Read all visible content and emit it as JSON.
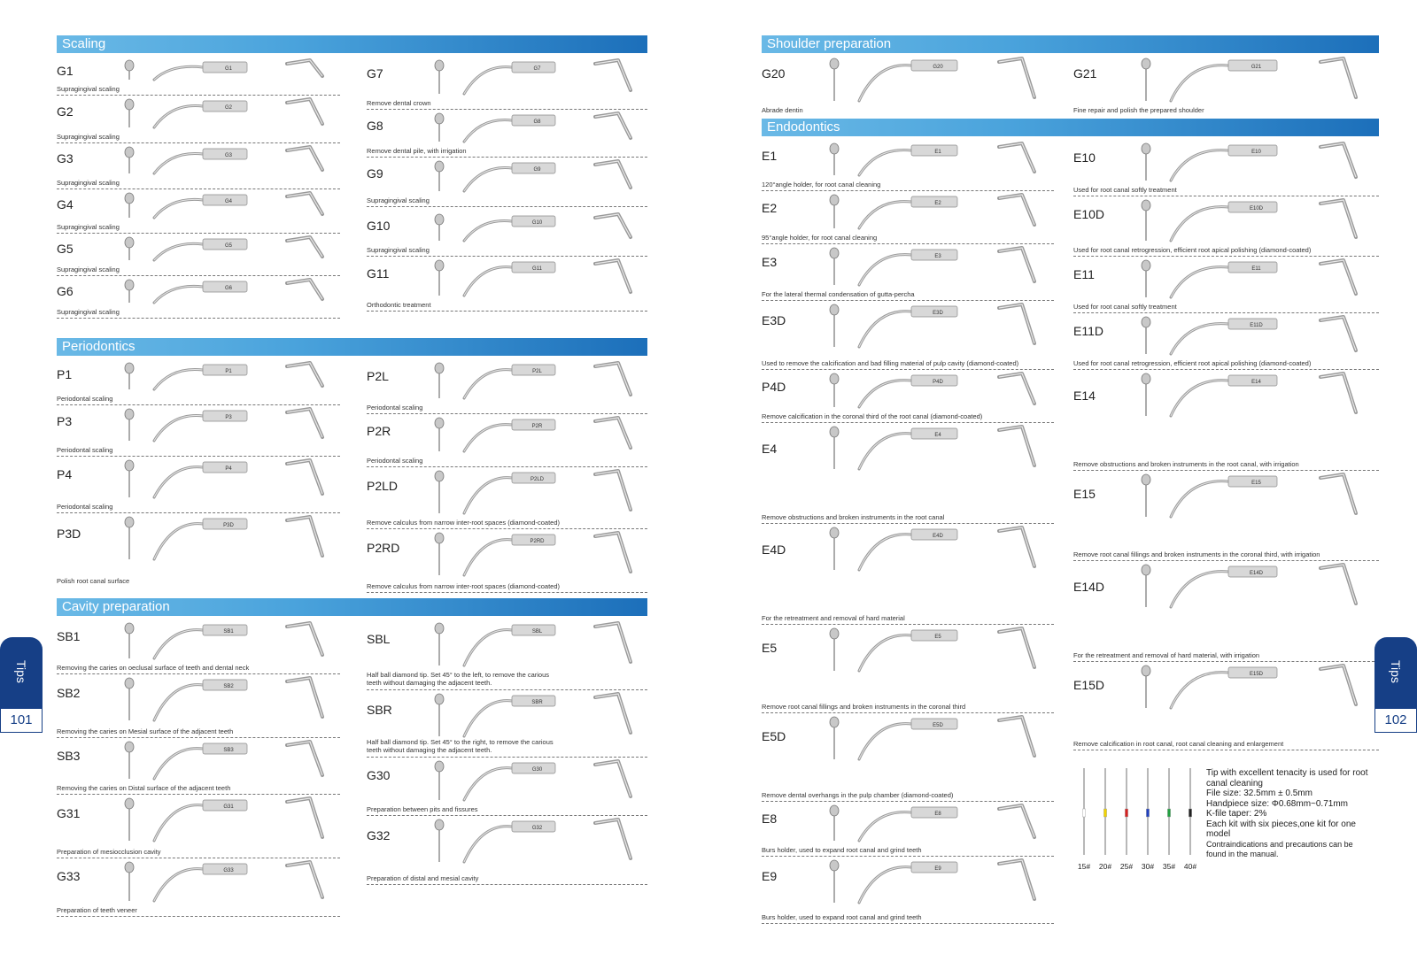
{
  "left_page": {
    "tab": {
      "label": "Tips",
      "page_number": "101"
    },
    "sections": {
      "scaling": {
        "title": "Scaling",
        "col1": [
          {
            "code": "G1",
            "desc": "Supragingival scaling",
            "tag": "G1"
          },
          {
            "code": "G2",
            "desc": "Supragingival scaling",
            "tag": "G2"
          },
          {
            "code": "G3",
            "desc": "Supragingival scaling",
            "tag": "G3"
          },
          {
            "code": "G4",
            "desc": "Supragingival scaling",
            "tag": "G4"
          },
          {
            "code": "G5",
            "desc": "Supragingival scaling",
            "tag": "G5"
          },
          {
            "code": "G6",
            "desc": "Supragingival scaling",
            "tag": "G6"
          }
        ],
        "col2": [
          {
            "code": "G7",
            "desc": "Remove dental crown",
            "tag": "G7"
          },
          {
            "code": "G8",
            "desc": "Remove dental pile, with irrigation",
            "tag": "G8"
          },
          {
            "code": "G9",
            "desc": "Supragingival scaling",
            "tag": "G9"
          },
          {
            "code": "G10",
            "desc": "Supragingival scaling",
            "tag": "G10"
          },
          {
            "code": "G11",
            "desc": "Orthodontic treatment",
            "tag": "G11"
          }
        ]
      },
      "periodontics": {
        "title": "Periodontics",
        "col1": [
          {
            "code": "P1",
            "desc": "Periodontal scaling",
            "tag": "P1"
          },
          {
            "code": "P3",
            "desc": "Periodontal scaling",
            "tag": "P3"
          },
          {
            "code": "P4",
            "desc": "Periodontal scaling",
            "tag": "P4"
          },
          {
            "code": "P3D",
            "desc": "Polish root canal surface",
            "tag": "P3D"
          }
        ],
        "col2": [
          {
            "code": "P2L",
            "desc": "Periodontal scaling",
            "tag": "P2L"
          },
          {
            "code": "P2R",
            "desc": "Periodontal scaling",
            "tag": "P2R"
          },
          {
            "code": "P2LD",
            "desc": "Remove calculus from narrow inter-root spaces (diamond-coated)",
            "tag": "P2LD"
          },
          {
            "code": "P2RD",
            "desc": "Remove calculus from narrow inter-root spaces (diamond-coated)",
            "tag": "P2RD"
          }
        ]
      },
      "cavity": {
        "title": "Cavity preparation",
        "col1": [
          {
            "code": "SB1",
            "desc": "Removing the caries on oeclusal surface of teeth and dental neck",
            "tag": "SB1"
          },
          {
            "code": "SB2",
            "desc": "Removing the caries on Mesial surface of the adjacent teeth",
            "tag": "SB2"
          },
          {
            "code": "SB3",
            "desc": "Removing the caries on Distal surface of the adjacent teeth",
            "tag": "SB3"
          },
          {
            "code": "G31",
            "desc": "Preparation of mesiocclusion cavity",
            "tag": "G31"
          },
          {
            "code": "G33",
            "desc": "Preparation of teeth veneer",
            "tag": "G33"
          }
        ],
        "col2": [
          {
            "code": "SBL",
            "desc": "Half ball diamond tip. Set 45° to the left, to remove the carious teeth without damaging the adjacent teeth.",
            "tag": "SBL"
          },
          {
            "code": "SBR",
            "desc": "Half ball diamond tip. Set 45° to the right, to remove the carious teeth without damaging the adjacent teeth.",
            "tag": "SBR"
          },
          {
            "code": "G30",
            "desc": "Preparation between pits and fissures",
            "tag": "G30"
          },
          {
            "code": "G32",
            "desc": "Preparation of  distal and mesial cavity",
            "tag": "G32"
          }
        ]
      }
    }
  },
  "right_page": {
    "tab": {
      "label": "Tips",
      "page_number": "102"
    },
    "sections": {
      "shoulder": {
        "title": "Shoulder preparation",
        "col1": [
          {
            "code": "G20",
            "desc": "Abrade dentin",
            "tag": "G20"
          }
        ],
        "col2": [
          {
            "code": "G21",
            "desc": "Fine repair and polish the prepared shoulder",
            "tag": "G21"
          }
        ]
      },
      "endodontics": {
        "title": "Endodontics",
        "col1": [
          {
            "code": "E1",
            "desc": "120°angle holder, for root canal cleaning",
            "tag": "E1"
          },
          {
            "code": "E2",
            "desc": "95°angle holder, for root canal cleaning",
            "tag": "E2"
          },
          {
            "code": "E3",
            "desc": "For the lateral thermal condensation of gutta-percha",
            "tag": "E3"
          },
          {
            "code": "E3D",
            "desc": "Used to remove the calcification and bad filling material of pulp cavity (diamond-coated)",
            "tag": "E3D"
          },
          {
            "code": "P4D",
            "desc": "Remove calcification in the coronal third of the root canal (diamond-coated)",
            "tag": "P4D"
          },
          {
            "code": "E4",
            "desc": "Remove obstructions and broken instruments in the root canal",
            "tag": "E4"
          },
          {
            "code": "E4D",
            "desc": "For the retreatment and removal of hard material",
            "tag": "E4D"
          },
          {
            "code": "E5",
            "desc": "Remove root canal fillings and broken instruments in the coronal third",
            "tag": "E5"
          },
          {
            "code": "E5D",
            "desc": "Remove dental overhangs in the pulp chamber (diamond-coated)",
            "tag": "E5D"
          },
          {
            "code": "E8",
            "desc": "Burs holder, used to expand root canal and grind teeth",
            "tag": "E8"
          },
          {
            "code": "E9",
            "desc": "Burs holder, used to expand root canal and grind teeth",
            "tag": "E9"
          }
        ],
        "col2": [
          {
            "code": "E10",
            "desc": "Used for root canal softly treatment",
            "tag": "E10"
          },
          {
            "code": "E10D",
            "desc": "Used for root canal retrogression, efficient root apical polishing (diamond-coated)",
            "tag": "E10D"
          },
          {
            "code": "E11",
            "desc": "Used for root canal softly treatment",
            "tag": "E11"
          },
          {
            "code": "E11D",
            "desc": "Used for root canal retrogression, efficient root apical polishing (diamond-coated)",
            "tag": "E11D"
          },
          {
            "code": "E14",
            "desc": "Remove obstructions and broken instruments in the root canal, with irrigation",
            "tag": "E14"
          },
          {
            "code": "E15",
            "desc": "Remove root canal fillings and broken instruments in the coronal third, with irrigation",
            "tag": "E15"
          },
          {
            "code": "E14D",
            "desc": "For the retreatment and removal of hard material, with irrigation",
            "tag": "E14D"
          },
          {
            "code": "E15D",
            "desc": "Remove calcification in root canal, root canal cleaning and enlargement",
            "tag": "E15D"
          }
        ]
      }
    },
    "kit": {
      "file_sizes": [
        "15#",
        "20#",
        "25#",
        "30#",
        "35#",
        "40#"
      ],
      "file_colors": [
        "#ffffff",
        "#f2d400",
        "#d62020",
        "#2040c0",
        "#20a040",
        "#222222"
      ],
      "lines": [
        "Tip with excellent tenacity is used for root canal cleaning",
        "File size: 32.5mm ± 0.5mm",
        "Handpiece size: Φ0.68mm~0.71mm",
        "K-file taper: 2%",
        "Each kit with six pieces,one kit for one model"
      ],
      "note": "Contraindications and precautions can be found in the manual."
    }
  }
}
